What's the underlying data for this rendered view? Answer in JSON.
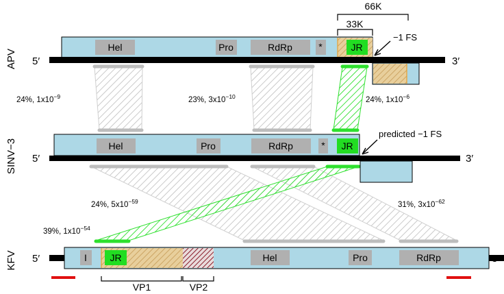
{
  "colors": {
    "orf_fill": "#add8e6",
    "domain_box": "#b0b0b0",
    "jr_box": "#22dd22",
    "hatch_tan": "#c8a060",
    "hatch_maroon": "#8a1c2a",
    "match_gray": "#bdbdbd",
    "match_green": "#2ee02e",
    "bar_red": "#e01010",
    "genome_line": "#000000"
  },
  "genomes": [
    {
      "name": "APV",
      "five": "5′",
      "three": "3′",
      "domains": [
        "Hel",
        "Pro",
        "RdRp",
        "*",
        "JR"
      ],
      "frameshift": "−1 FS"
    },
    {
      "name": "SINV−3",
      "five": "5′",
      "three": "3′",
      "domains": [
        "Hel",
        "Pro",
        "RdRp",
        "*",
        "JR"
      ],
      "frameshift": "predicted −1 FS"
    },
    {
      "name": "KFV",
      "five": "5′",
      "three": "3′",
      "domains": [
        "I",
        "JR",
        "Hel",
        "Pro",
        "RdRp"
      ]
    }
  ],
  "brackets": {
    "b66k": "66K",
    "b33k": "33K",
    "vp1": "VP1",
    "vp2": "VP2"
  },
  "alignments": [
    {
      "id": "apv-sinv-hel",
      "pct": "24%,",
      "base": "1x10",
      "exp": "−9",
      "color": "gray"
    },
    {
      "id": "apv-sinv-rdrp",
      "pct": "23%,",
      "base": "3x10",
      "exp": "−10",
      "color": "gray"
    },
    {
      "id": "apv-sinv-jr",
      "pct": "24%,",
      "base": "1x10",
      "exp": "−6",
      "color": "green"
    },
    {
      "id": "sinv-kfv-hel",
      "pct": "24%,",
      "base": "5x10",
      "exp": "−59",
      "color": "gray"
    },
    {
      "id": "sinv-kfv-rdrp",
      "pct": "31%,",
      "base": "3x10",
      "exp": "−62",
      "color": "gray"
    },
    {
      "id": "sinv-kfv-jr",
      "pct": "39%,",
      "base": "1x10",
      "exp": "−54",
      "color": "green"
    }
  ]
}
